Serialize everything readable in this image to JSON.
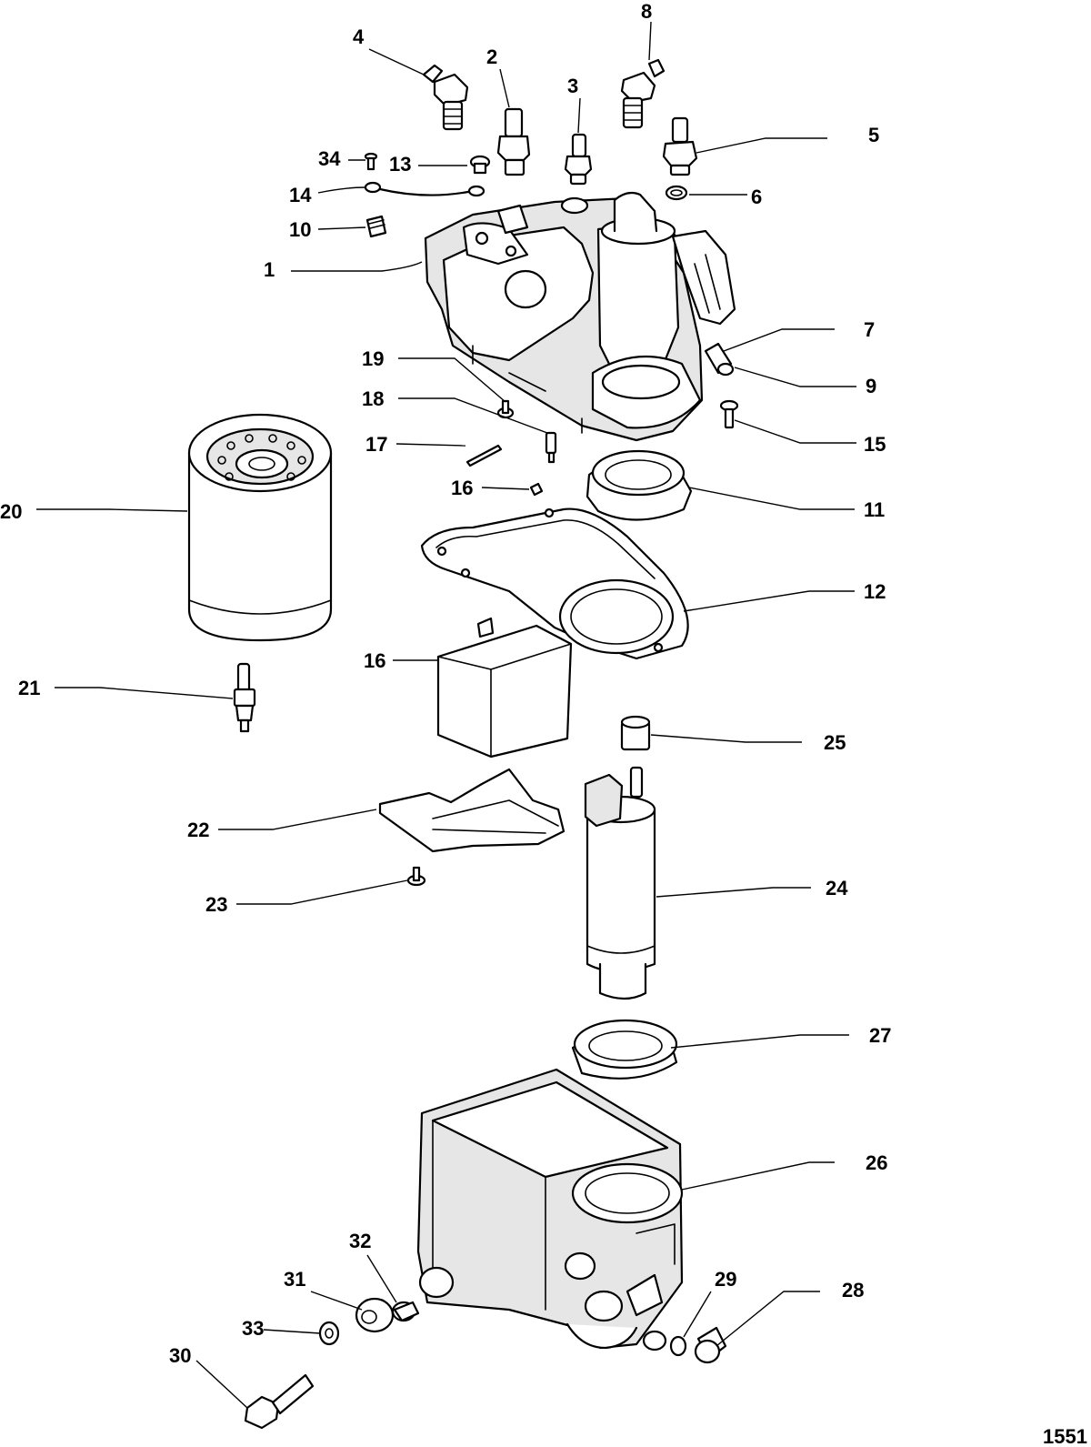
{
  "callouts": [
    "4",
    "8",
    "2",
    "3",
    "5",
    "34",
    "13",
    "6",
    "14",
    "10",
    "1",
    "7",
    "19",
    "9",
    "18",
    "15",
    "17",
    "20",
    "16",
    "11",
    "12",
    "16",
    "21",
    "25",
    "22",
    "24",
    "23",
    "27",
    "26",
    "32",
    "29",
    "28",
    "31",
    "33",
    "30"
  ],
  "figure_number": "1551"
}
